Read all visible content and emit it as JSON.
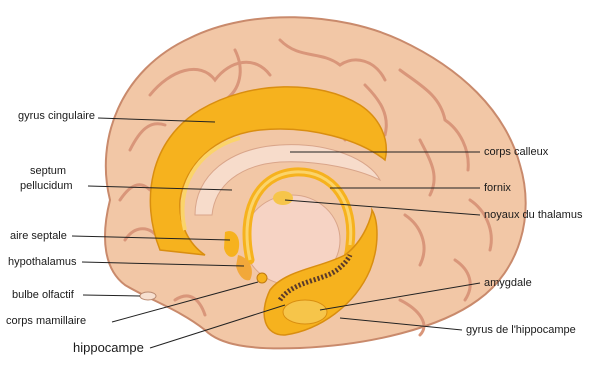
{
  "labels": {
    "gyrus_cingulaire": "gyrus cingulaire",
    "septum_line1": "septum",
    "septum_line2": "pellucidum",
    "aire_septale": "aire septale",
    "hypothalamus": "hypothalamus",
    "bulbe_olfactif": "bulbe olfactif",
    "corps_mamillaire": "corps mamillaire",
    "hippocampe": "hippocampe",
    "corps_calleux": "corps calleux",
    "fornix": "fornix",
    "noyaux_thalamus": "noyaux du thalamus",
    "amygdale": "amygdale",
    "gyrus_hippocampe": "gyrus de l'hippocampe"
  },
  "colors": {
    "brain_tissue": "#f2c7a6",
    "gyrus_shadow": "#d9967a",
    "limbic_yellow": "#f6b21e",
    "limbic_light": "#fbd46a",
    "thalamus": "#f6d3c4",
    "leader_line": "#222222"
  }
}
